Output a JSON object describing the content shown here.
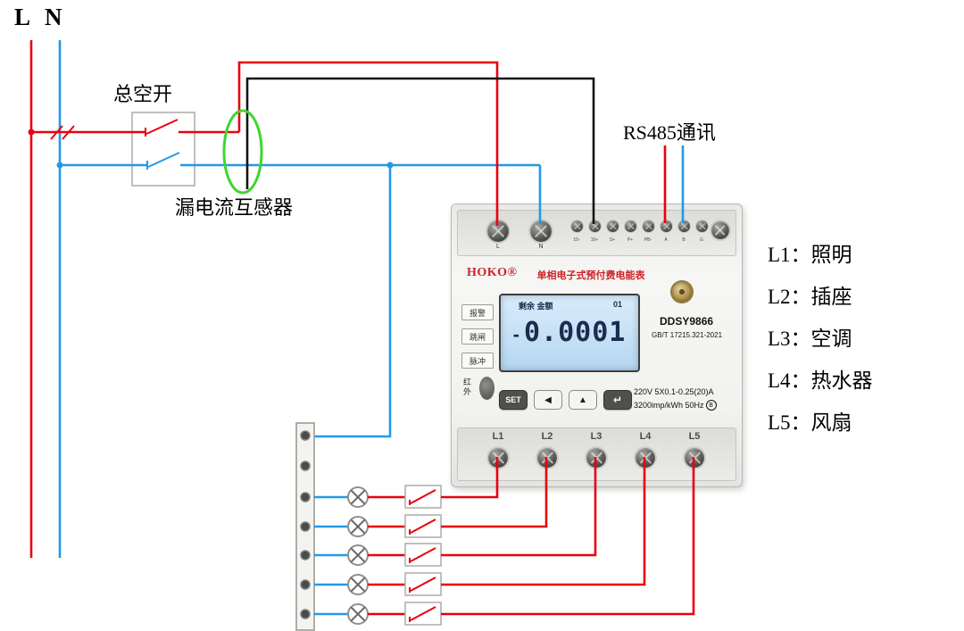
{
  "diagram": {
    "supply": {
      "l_label": "L",
      "n_label": "N"
    },
    "breaker_label": "总空开",
    "ct_label": "漏电流互感器",
    "rs485_label": "RS485通讯",
    "legend": [
      {
        "label": "L1：照明"
      },
      {
        "label": "L2：插座"
      },
      {
        "label": "L3：空调"
      },
      {
        "label": "L4：热水器"
      },
      {
        "label": "L5：风扇"
      }
    ]
  },
  "meter": {
    "brand": "HOKO®",
    "title": "单相电子式预付费电能表",
    "model": "DDSY9866",
    "standard": "GB/T 17215.321-2021",
    "indicators": [
      "报警",
      "跳闸",
      "脉冲"
    ],
    "infrared_label": "红外",
    "lcd": {
      "top_left": "剩余 金额",
      "top_right": "01",
      "minus": "-",
      "value": "0.0001"
    },
    "buttons": {
      "set": "SET",
      "left": "◀",
      "up": "▲",
      "enter": "↵"
    },
    "specs_line1": "220V 5X0.1-0.25(20)A",
    "specs_line2": "3200imp/kWh 50Hz",
    "class_badge": "B",
    "top_terminal_labels": [
      "L",
      "N"
    ],
    "small_terminal_labels": [
      "10-",
      "10+",
      "S+",
      "P+",
      "PB-",
      "A",
      "B",
      "G"
    ],
    "bottom_terminals": [
      "L1",
      "L2",
      "L3",
      "L4",
      "L5"
    ]
  },
  "colors": {
    "live": "#e8000d",
    "neutral": "#2299e8",
    "black_wire": "#141414",
    "ct_green": "#3ed631",
    "brand_red": "#cc2229"
  }
}
